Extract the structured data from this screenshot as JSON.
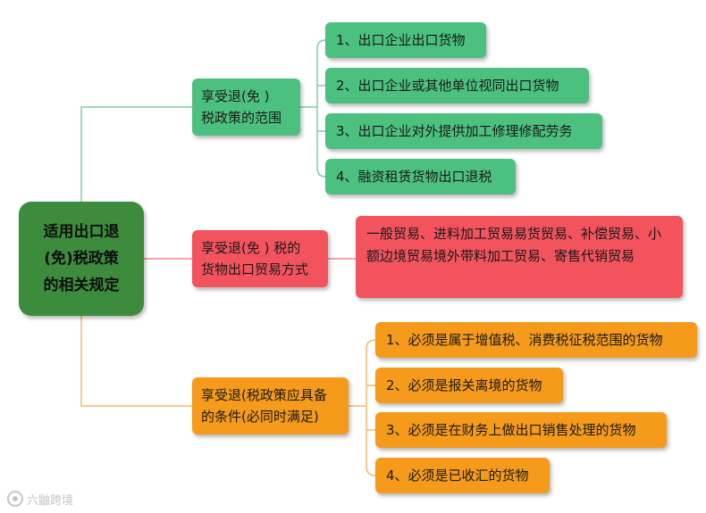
{
  "root": {
    "lines": [
      "适用出口退",
      "(免)税政策",
      "的相关规定"
    ]
  },
  "branches": {
    "scope": {
      "label": "享受退(免 )\n税政策的范围",
      "items": [
        "1、出口企业出口货物",
        "2、出口企业或其他单位视同出口货物",
        "3、出口企业对外提供加工修理修配劳务",
        "4、融资租赁货物出口退税"
      ]
    },
    "trade": {
      "label": "享受退(免 ) 税的\n货物出口贸易方式",
      "detail": "一般贸易、进料加工贸易易货贸易、补偿贸易、小额边境贸易境外带料加工贸易、寄售代销贸易"
    },
    "conditions": {
      "label": "享受退(税政策应具备\n的条件(必同时满足)",
      "items": [
        "1、必须是属于增值税、消费税征税范围的货物",
        "2、必须是报关离境的货物",
        "3、必须是在财务上做出口销售处理的货物",
        "4、必须是已收汇的货物"
      ]
    }
  },
  "colors": {
    "root": "#3d8b3d",
    "green": "#4cc07f",
    "red": "#f2535d",
    "orange": "#f59a1a",
    "green_line": "#7fcfa0",
    "red_line": "#f2858b",
    "orange_line": "#f5b86a"
  },
  "watermark": {
    "text": "六鼬跨境"
  }
}
